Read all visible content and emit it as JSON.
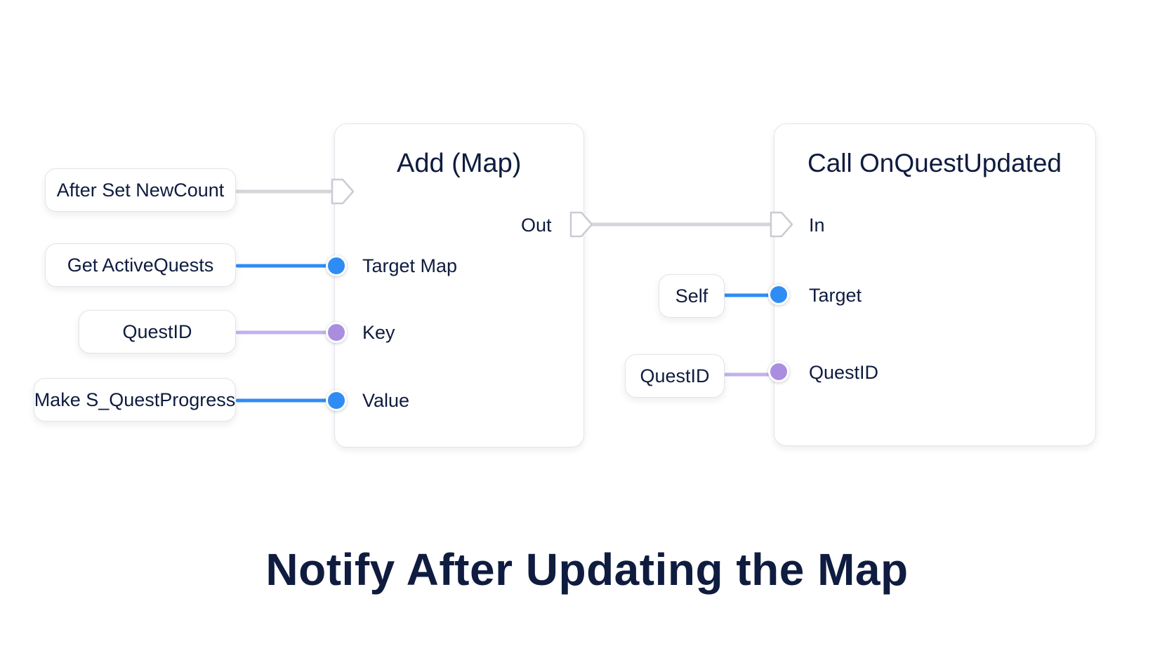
{
  "title": "Notify After Updating the Map",
  "colors": {
    "object_pin": "#2f8cf5",
    "name_pin": "#a98ee0",
    "exec_wire": "#d4d6db",
    "text": "#0f1c3f"
  },
  "add_node": {
    "title": "Add (Map)",
    "exec_out_label": "Out",
    "pins": {
      "target_map": "Target Map",
      "key": "Key",
      "value": "Value"
    }
  },
  "call_node": {
    "title": "Call  OnQuestUpdated",
    "pins": {
      "exec_in": "In",
      "target": "Target",
      "quest_id": "QuestID"
    }
  },
  "inputs": {
    "after_set": "After Set NewCount",
    "get_active": "Get  ActiveQuests",
    "quest_id": "QuestID",
    "make_progress": "Make S_QuestProgress",
    "self": "Self",
    "quest_id_2": "QuestID"
  }
}
